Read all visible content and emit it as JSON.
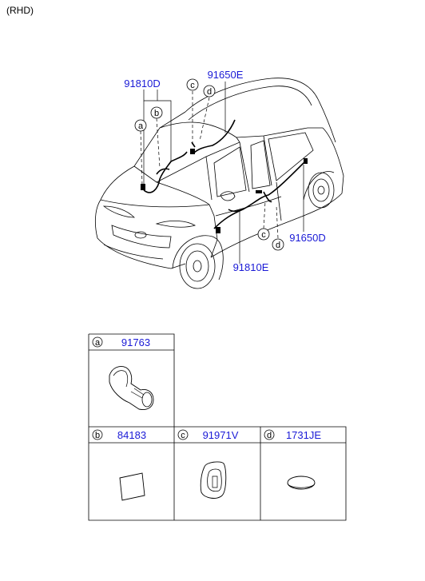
{
  "header": {
    "note": "(RHD)"
  },
  "callouts": {
    "part_91810D": "91810D",
    "part_91650E": "91650E",
    "part_91650D": "91650D",
    "part_91810E": "91810E",
    "letter_a": "a",
    "letter_b": "b",
    "letter_c_top": "c",
    "letter_d_top": "d",
    "letter_c_bottom": "c",
    "letter_d_bottom": "d"
  },
  "parts_table": {
    "cell_a": {
      "letter": "a",
      "part_no": "91763"
    },
    "cell_b": {
      "letter": "b",
      "part_no": "84183"
    },
    "cell_c": {
      "letter": "c",
      "part_no": "91971V"
    },
    "cell_d": {
      "letter": "d",
      "part_no": "1731JE"
    }
  }
}
